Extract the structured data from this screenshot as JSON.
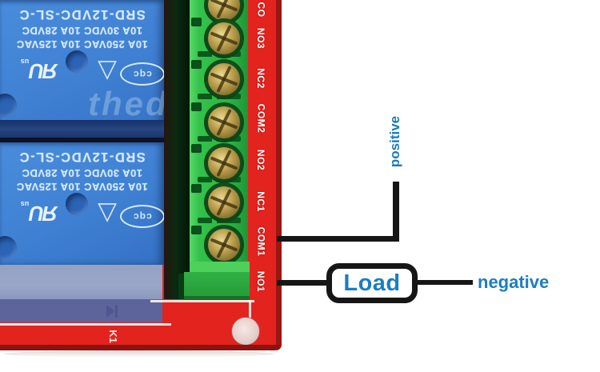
{
  "photo": {
    "watermark_text": "thed"
  },
  "relays": {
    "model": "SRD-12VDC-SL-C",
    "rating_dc": "10A 30VDC 10A 28VDC",
    "rating_ac": "10A 250VAC 10A 125VAC",
    "ul_mark": "ЯU",
    "ul_sub": "us",
    "vde_mark": "▽",
    "cqc_mark": "cqc",
    "body_color": "#3f80d2"
  },
  "pcb": {
    "board_color": "#e2231e",
    "terminal_color": "#2db844",
    "terminal_labels": [
      "CO",
      "NO3",
      "NC2",
      "COM2",
      "NO2",
      "NC1",
      "COM1",
      "NO1"
    ],
    "component_label": "K1"
  },
  "annotations": {
    "positive_label": "positive",
    "load_label": "Load",
    "negative_label": "negative",
    "text_color": "#1b7ec2",
    "line_color": "#161616"
  }
}
